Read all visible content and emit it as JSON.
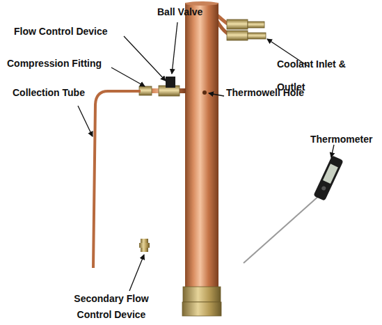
{
  "diagram": {
    "labels": [
      "Ball Valve",
      "Flow Control Device",
      "Compression Fitting",
      "Collection Tube",
      "Coolant Inlet & Outlet",
      "Thermowell Hole",
      "Thermometer",
      "Secondary Flow Control Device"
    ]
  }
}
